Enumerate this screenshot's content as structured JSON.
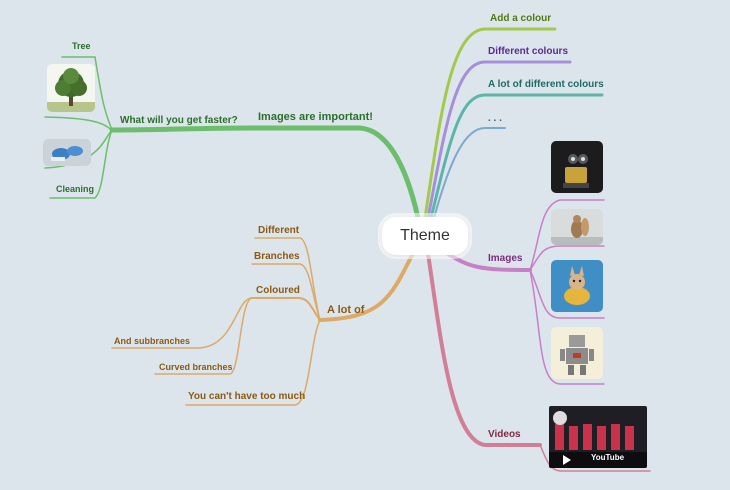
{
  "center": {
    "label": "Theme"
  },
  "colors": {
    "green": "#6cbd6c",
    "green_text": "#2c6e2c",
    "lime": "#a3c94a",
    "lime_text": "#4f7a12",
    "purple": "#a58fd8",
    "purple_text": "#5b2a94",
    "teal": "#5bb5a8",
    "teal_text": "#1f6b66",
    "blue": "#7ba9cf",
    "blue_text": "#2f5f85",
    "magenta": "#c77fc6",
    "magenta_text": "#7a2c7e",
    "rose": "#d17f96",
    "rose_text": "#7e2a45",
    "orange": "#dcaa66",
    "orange_text": "#8a5a12"
  },
  "branches": {
    "images_important": "Images are important!",
    "faster": "What will you get faster?",
    "tree": "Tree",
    "cleaning": "Cleaning",
    "add_colour": "Add a colour",
    "different_colours": "Different colours",
    "lot_colours": "A lot of different colours",
    "dots": ". . .",
    "images": "Images",
    "videos": "Videos",
    "a_lot_of": "A lot of",
    "different": "Different",
    "branches_lbl": "Branches",
    "coloured": "Coloured",
    "subbranches": "And subbranches",
    "curved": "Curved branches",
    "too_much": "You can't have too much"
  },
  "video": {
    "platform": "YouTube"
  },
  "icons": {
    "tree_image": "tree-photo-icon",
    "cleaning_image": "cleaning-gloves-photo-icon",
    "walle_image": "robot-walle-photo-icon",
    "squirrel_image": "squirrel-photo-icon",
    "dog_image": "dog-photo-icon",
    "robot_image": "toy-robot-photo-icon",
    "video_thumb": "video-thumbnail-icon",
    "play": "play-icon"
  }
}
